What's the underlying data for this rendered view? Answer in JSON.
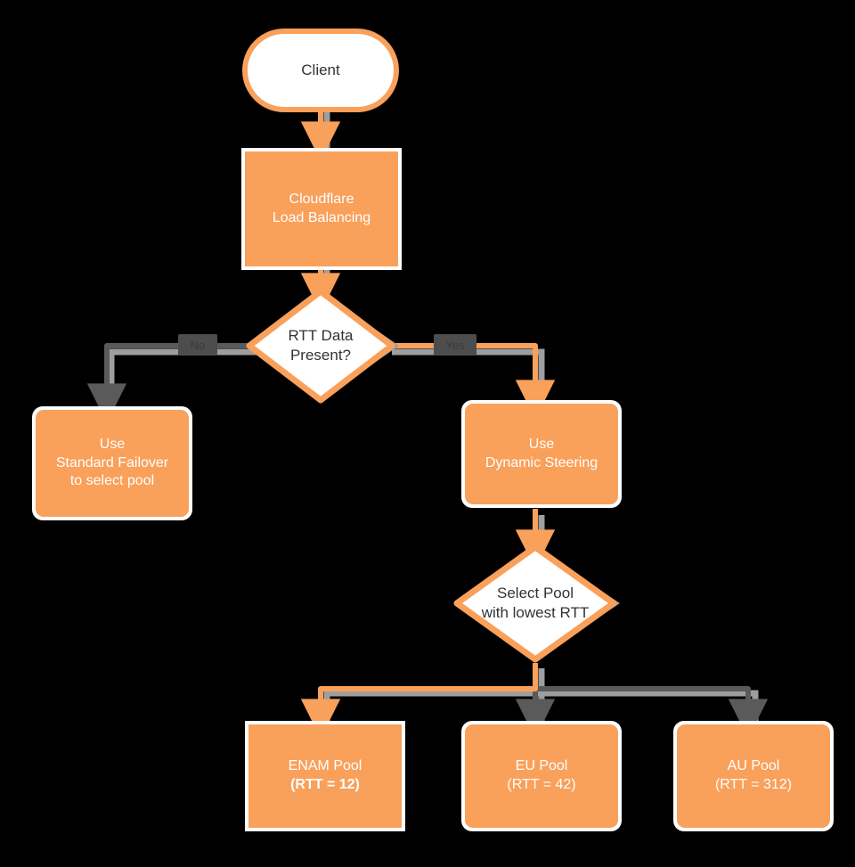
{
  "diagram": {
    "type": "flowchart",
    "direction": "top-down",
    "title": "Cloudflare Load Balancing RTT steering decision flow",
    "background_color": "#000000",
    "palette": {
      "node_fill": "#F9A05B",
      "node_stroke": "#FFFFFF",
      "decision_fill": "#FFFFFF",
      "decision_stroke": "#F9A05B",
      "shadow": "#9E9E9E",
      "edge_active": "#F9A05B",
      "edge_inactive": "#5A5A5A",
      "text_light": "#FFFFFF",
      "text_dark": "#333333"
    },
    "nodes": [
      {
        "id": "client",
        "shape": "stadium",
        "fill": "#FFFFFF",
        "stroke": "#F9A05B",
        "text_color": "#333333",
        "lines": [
          "Client"
        ],
        "bold_lines": []
      },
      {
        "id": "clb",
        "shape": "rect",
        "fill": "#F9A05B",
        "stroke": "#FFFFFF",
        "text_color": "#FFFFFF",
        "lines": [
          "Cloudflare",
          "Load Balancing"
        ],
        "bold_lines": []
      },
      {
        "id": "rtt-decision",
        "shape": "diamond",
        "fill": "#FFFFFF",
        "stroke": "#F9A05B",
        "text_color": "#333333",
        "lines": [
          "RTT Data",
          "Present?"
        ],
        "bold_lines": []
      },
      {
        "id": "standard-failover",
        "shape": "rounded-rect",
        "fill": "#F9A05B",
        "stroke": "#FFFFFF",
        "text_color": "#FFFFFF",
        "lines": [
          "Use",
          "Standard Failover",
          "to select pool"
        ],
        "bold_lines": []
      },
      {
        "id": "dynamic-steering",
        "shape": "rounded-rect",
        "fill": "#F9A05B",
        "stroke": "#FFFFFF",
        "text_color": "#FFFFFF",
        "lines": [
          "Use",
          "Dynamic Steering"
        ],
        "bold_lines": []
      },
      {
        "id": "select-pool",
        "shape": "diamond",
        "fill": "#FFFFFF",
        "stroke": "#F9A05B",
        "text_color": "#333333",
        "lines": [
          "Select Pool",
          "with lowest RTT"
        ],
        "bold_lines": []
      },
      {
        "id": "enam-pool",
        "shape": "rect",
        "fill": "#F9A05B",
        "stroke": "#FFFFFF",
        "text_color": "#FFFFFF",
        "lines": [
          "ENAM Pool",
          "(RTT = 12)"
        ],
        "bold_lines": [
          1
        ]
      },
      {
        "id": "eu-pool",
        "shape": "rounded-rect",
        "fill": "#F9A05B",
        "stroke": "#FFFFFF",
        "text_color": "#FFFFFF",
        "lines": [
          "EU Pool",
          "(RTT = 42)"
        ],
        "bold_lines": []
      },
      {
        "id": "au-pool",
        "shape": "rounded-rect",
        "fill": "#F9A05B",
        "stroke": "#FFFFFF",
        "text_color": "#FFFFFF",
        "lines": [
          "AU Pool",
          "(RTT = 312)"
        ],
        "bold_lines": []
      }
    ],
    "edges": [
      {
        "id": "client-to-clb",
        "from": "client",
        "to": "clb",
        "color": "#F9A05B",
        "label": ""
      },
      {
        "id": "clb-to-decision",
        "from": "clb",
        "to": "rtt-decision",
        "color": "#F9A05B",
        "label": ""
      },
      {
        "id": "decision-to-failover",
        "from": "rtt-decision",
        "to": "standard-failover",
        "color": "#5A5A5A",
        "label": "No"
      },
      {
        "id": "decision-to-dynamic",
        "from": "rtt-decision",
        "to": "dynamic-steering",
        "color": "#F9A05B",
        "label": "Yes"
      },
      {
        "id": "dynamic-to-select",
        "from": "dynamic-steering",
        "to": "select-pool",
        "color": "#F9A05B",
        "label": ""
      },
      {
        "id": "select-to-enam",
        "from": "select-pool",
        "to": "enam-pool",
        "color": "#F9A05B",
        "label": ""
      },
      {
        "id": "select-to-eu",
        "from": "select-pool",
        "to": "eu-pool",
        "color": "#5A5A5A",
        "label": ""
      },
      {
        "id": "select-to-au",
        "from": "select-pool",
        "to": "au-pool",
        "color": "#5A5A5A",
        "label": ""
      }
    ]
  },
  "labels": {
    "client": {
      "l0": "Client"
    },
    "clb": {
      "l0": "Cloudflare",
      "l1": "Load Balancing"
    },
    "rtt_decision": {
      "l0": "RTT Data",
      "l1": "Present?"
    },
    "standard_failover": {
      "l0": "Use",
      "l1": "Standard Failover",
      "l2": "to select pool"
    },
    "dynamic_steering": {
      "l0": "Use",
      "l1": "Dynamic Steering"
    },
    "select_pool": {
      "l0": "Select Pool",
      "l1": "with lowest RTT"
    },
    "enam_pool": {
      "l0": "ENAM Pool",
      "l1": "(RTT = 12)"
    },
    "eu_pool": {
      "l0": "EU Pool",
      "l1": "(RTT = 42)"
    },
    "au_pool": {
      "l0": "AU Pool",
      "l1": "(RTT = 312)"
    },
    "edge_no": "No",
    "edge_yes": "Yes"
  }
}
